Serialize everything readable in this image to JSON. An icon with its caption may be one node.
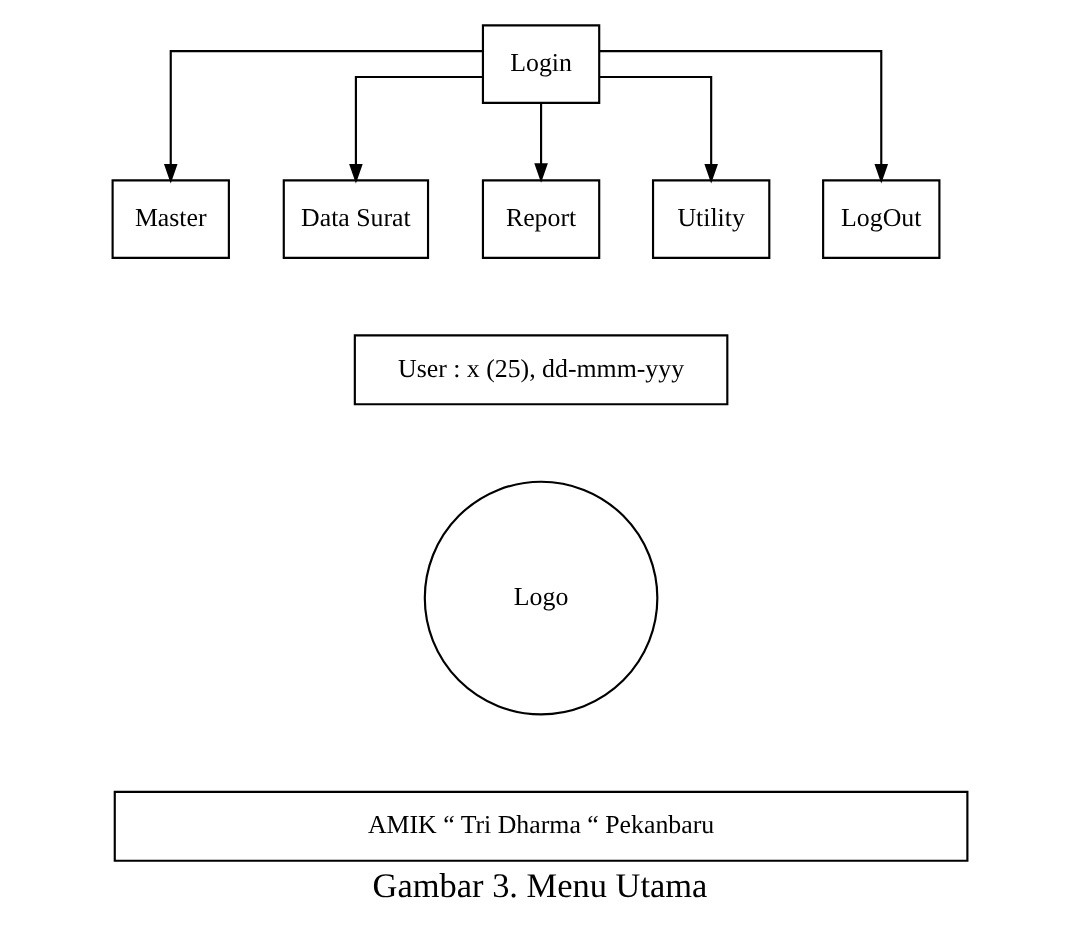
{
  "diagram": {
    "caption": "Gambar 3. Menu Utama",
    "nodes": [
      {
        "text": [
          "Login"
        ]
      },
      {
        "text": [
          "Master"
        ]
      },
      {
        "text": [
          "Data Surat"
        ]
      },
      {
        "text": [
          "Report"
        ]
      },
      {
        "text": [
          "Utility"
        ]
      },
      {
        "text": [
          "LogOut"
        ]
      },
      {
        "text": [
          "User : x (25), dd-mmm-yyy"
        ]
      },
      {
        "text": [
          "Logo"
        ]
      },
      {
        "text": [
          "AMIK “ Tri Dharma “ Pekanbaru"
        ]
      }
    ],
    "edges": [
      {
        "from": 0,
        "to": 1,
        "arrow": "to"
      },
      {
        "from": 0,
        "to": 2,
        "arrow": "to"
      },
      {
        "from": 0,
        "to": 3,
        "arrow": "to"
      },
      {
        "from": 0,
        "to": 4,
        "arrow": "to"
      },
      {
        "from": 0,
        "to": 5,
        "arrow": "to"
      }
    ]
  }
}
